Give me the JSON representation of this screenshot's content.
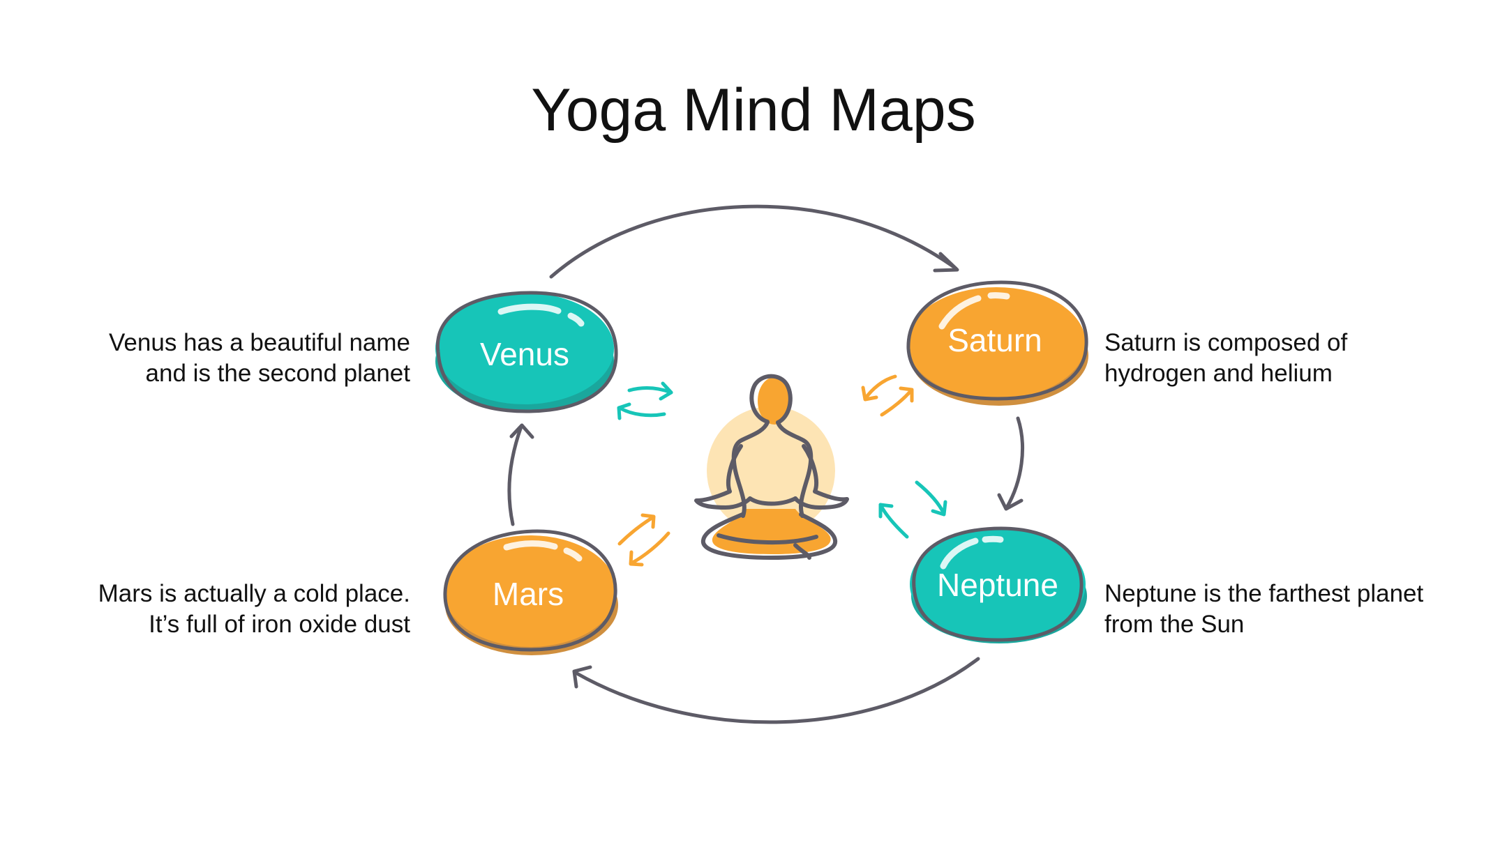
{
  "title": "Yoga Mind Maps",
  "colors": {
    "teal": "#17c5b8",
    "teal_shadow": "#1aa79d",
    "orange": "#f8a531",
    "orange_shadow": "#cf8f3f",
    "outline": "#5d5b66",
    "halo": "#fde4b4"
  },
  "center": {
    "icon": "meditation-figure-icon"
  },
  "nodes": [
    {
      "id": "venus",
      "label": "Venus",
      "color": "teal",
      "description": [
        "Venus has a beautiful name",
        "and is the second planet"
      ]
    },
    {
      "id": "saturn",
      "label": "Saturn",
      "color": "orange",
      "description": [
        "Saturn is composed of",
        "hydrogen and helium"
      ]
    },
    {
      "id": "mars",
      "label": "Mars",
      "color": "orange",
      "description": [
        "Mars is actually a cold place.",
        "It’s full of iron oxide dust"
      ]
    },
    {
      "id": "neptune",
      "label": "Neptune",
      "color": "teal",
      "description": [
        "Neptune is the farthest planet",
        "from the Sun"
      ]
    }
  ],
  "connections": [
    {
      "from": "venus",
      "to": "saturn",
      "kind": "cycle-arrow"
    },
    {
      "from": "saturn",
      "to": "neptune",
      "kind": "cycle-arrow"
    },
    {
      "from": "neptune",
      "to": "mars",
      "kind": "cycle-arrow"
    },
    {
      "from": "mars",
      "to": "venus",
      "kind": "cycle-arrow"
    },
    {
      "from": "venus",
      "to": "center",
      "kind": "exchange-arrows"
    },
    {
      "from": "saturn",
      "to": "center",
      "kind": "exchange-arrows"
    },
    {
      "from": "mars",
      "to": "center",
      "kind": "exchange-arrows"
    },
    {
      "from": "neptune",
      "to": "center",
      "kind": "exchange-arrows"
    }
  ]
}
